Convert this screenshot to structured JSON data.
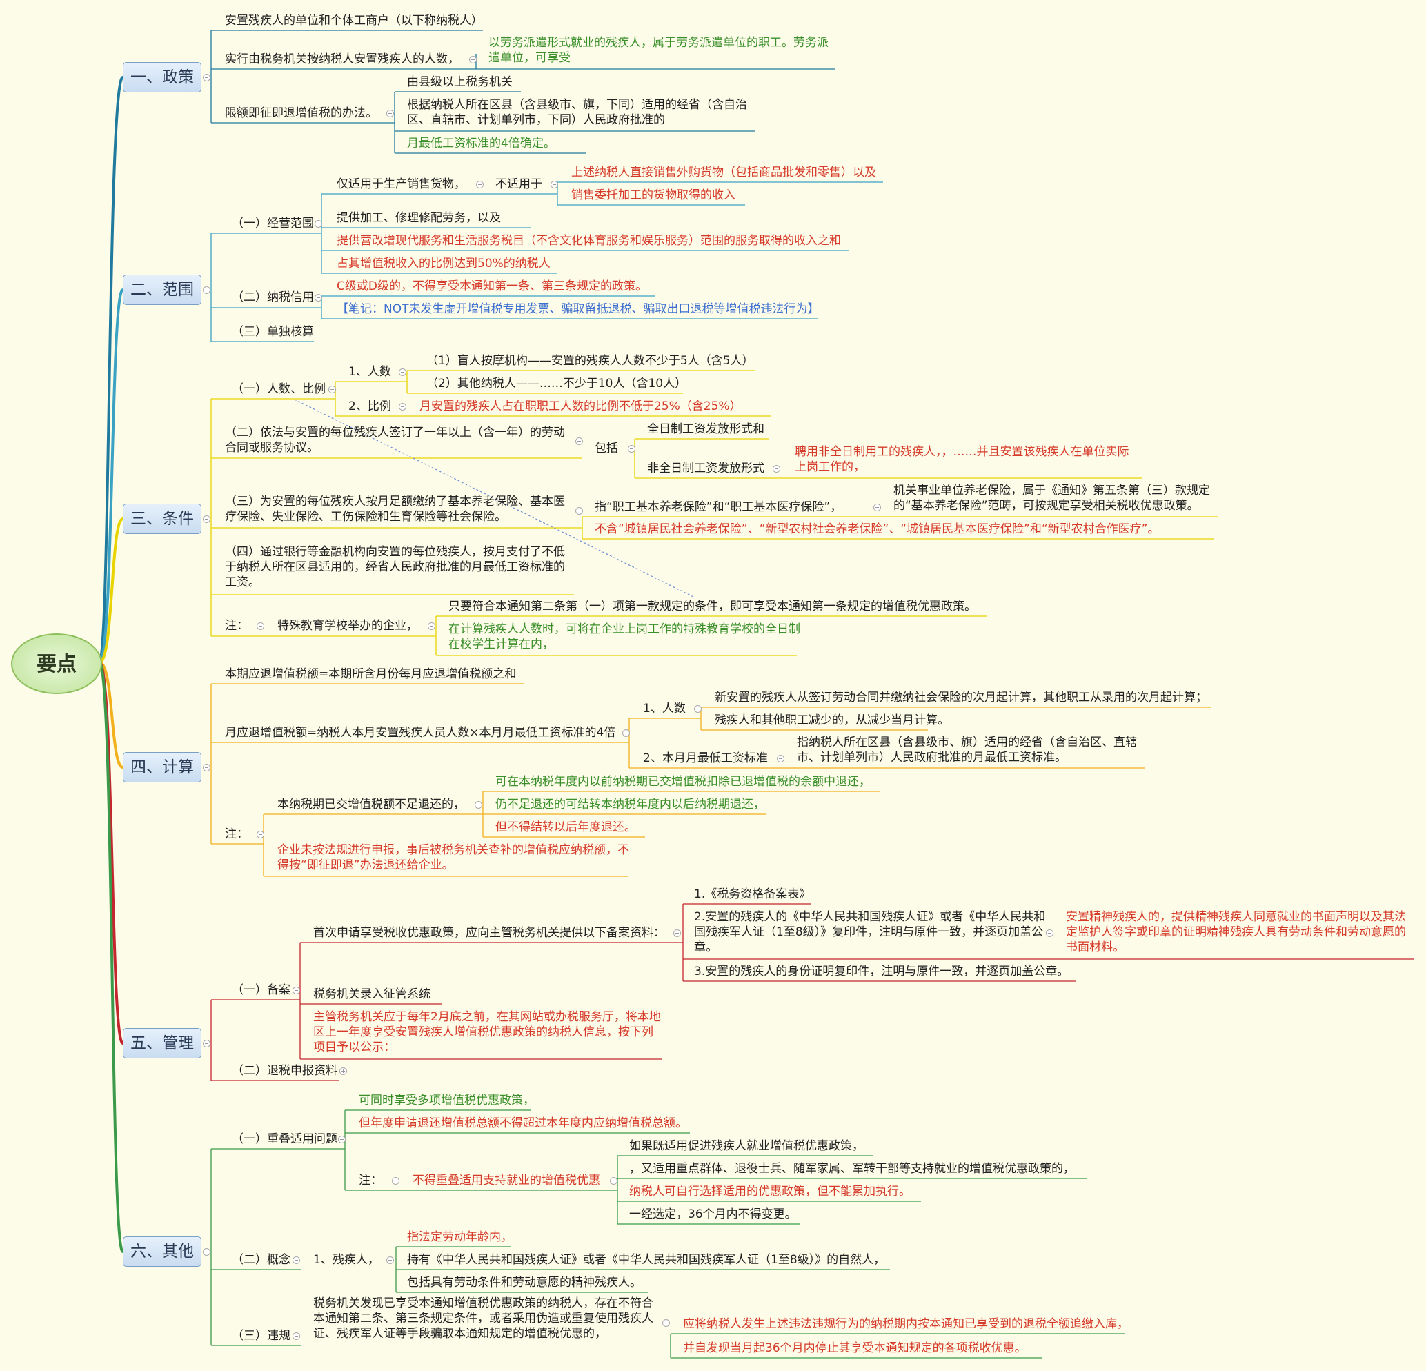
{
  "root": "要点",
  "sections": {
    "policy": {
      "label": "一、政策",
      "n1": "安置残疾人的单位和个体工商户（以下称纳税人）",
      "n2": "实行由税务机关按纳税人安置残疾人的人数，",
      "n2a": "以劳务派遣形式就业的残疾人，属于劳务派遣单位的职工。劳务派遣单位，可享受",
      "n3": "限额即征即退增值税的办法。",
      "n3a": "由县级以上税务机关",
      "n3b": "根据纳税人所在区县（含县级市、旗，下同）适用的经省（含自治区、直辖市、计划单列市，下同）人民政府批准的",
      "n3c": "月最低工资标准的4倍确定。"
    },
    "scope": {
      "label": "二、范围",
      "a": "（一）经营范围",
      "a1": "仅适用于生产销售货物，",
      "a1a": "不适用于",
      "a1a1": "上述纳税人直接销售外购货物（包括商品批发和零售）以及",
      "a1a2": "销售委托加工的货物取得的收入",
      "a2": "提供加工、修理修配劳务，以及",
      "a3": "提供营改增现代服务和生活服务税目（不含文化体育服务和娱乐服务）范围的服务取得的收入之和",
      "a4": "占其增值税收入的比例达到50%的纳税人",
      "b": "（二）纳税信用",
      "b1": "C级或D级的，不得享受本通知第一条、第三条规定的政策。",
      "b2": "【笔记：NOT未发生虚开增值税专用发票、骗取留抵退税、骗取出口退税等增值税违法行为】",
      "c": "（三）单独核算"
    },
    "cond": {
      "label": "三、条件",
      "a": "（一）人数、比例",
      "a1": "1、人数",
      "a1a": "（1）盲人按摩机构——安置的残疾人人数不少于5人（含5人）",
      "a1b": "（2）其他纳税人——……不少于10人（含10人）",
      "a2": "2、比例",
      "a2a": "月安置的残疾人占在职职工人数的比例不低于25%（含25%）",
      "b": "（二）依法与安置的每位残疾人签订了一年以上（含一年）的劳动合同或服务协议。",
      "b1": "包括",
      "b1a": "全日制工资发放形式和",
      "b1b": "非全日制工资发放形式",
      "b1b1": "聘用非全日制用工的残疾人，，……并且安置该残疾人在单位实际上岗工作的，",
      "c": "（三）为安置的每位残疾人按月足额缴纳了基本养老保险、基本医疗保险、失业保险、工伤保险和生育保险等社会保险。",
      "c1": "指“职工基本养老保险”和“职工基本医疗保险”，",
      "c1a": "机关事业单位养老保险，属于《通知》第五条第（三）款规定的“基本养老保险”范畴，可按规定享受相关税收优惠政策。",
      "c2": "不含“城镇居民社会养老保险”、“新型农村社会养老保险”、“城镇居民基本医疗保险”和“新型农村合作医疗”。",
      "d": "（四）通过银行等金融机构向安置的每位残疾人，按月支付了不低于纳税人所在区县适用的，经省人民政府批准的月最低工资标准的工资。",
      "e": "注：",
      "e1": "特殊教育学校举办的企业，",
      "e1a": "只要符合本通知第二条第（一）项第一款规定的条件，即可享受本通知第一条规定的增值税优惠政策。",
      "e1b": "在计算残疾人人数时，可将在企业上岗工作的特殊教育学校的全日制在校学生计算在内，"
    },
    "calc": {
      "label": "四、计算",
      "a": "本期应退增值税额=本期所含月份每月应退增值税额之和",
      "b": "月应退增值税额=纳税人本月安置残疾人员人数×本月月最低工资标准的4倍",
      "b1": "1、人数",
      "b1a": "新安置的残疾人从签订劳动合同并缴纳社会保险的次月起计算，其他职工从录用的次月起计算；",
      "b1b": "残疾人和其他职工减少的，从减少当月计算。",
      "b2": "2、本月月最低工资标准",
      "b2a": "指纳税人所在区县（含县级市、旗）适用的经省（含自治区、直辖市、计划单列市）人民政府批准的月最低工资标准。",
      "c": "注：",
      "c1": "本纳税期已交增值税额不足退还的，",
      "c1a": "可在本纳税年度内以前纳税期已交增值税扣除已退增值税的余额中退还，",
      "c1b": "仍不足退还的可结转本纳税年度内以后纳税期退还，",
      "c1c": "但不得结转以后年度退还。",
      "c2": "企业未按法规进行申报，事后被税务机关查补的增值税应纳税额，不得按“即征即退”办法退还给企业。"
    },
    "mgmt": {
      "label": "五、管理",
      "a": "（一）备案",
      "a1": "首次申请享受税收优惠政策，应向主管税务机关提供以下备案资料：",
      "a1a": "1.《税务资格备案表》",
      "a1b": "2.安置的残疾人的《中华人民共和国残疾人证》或者《中华人民共和国残疾军人证（1至8级）》复印件，注明与原件一致，并逐页加盖公章。",
      "a1b1": "安置精神残疾人的，提供精神残疾人同意就业的书面声明以及其法定监护人签字或印章的证明精神残疾人具有劳动条件和劳动意愿的书面材料。",
      "a1c": "3.安置的残疾人的身份证明复印件，注明与原件一致，并逐页加盖公章。",
      "a2": "税务机关录入征管系统",
      "a3": "主管税务机关应于每年2月底之前，在其网站或办税服务厅，将本地区上一年度享受安置残疾人增值税优惠政策的纳税人信息，按下列项目予以公示：",
      "b": "（二）退税申报资料"
    },
    "other": {
      "label": "六、其他",
      "a": "（一）重叠适用问题",
      "a1": "可同时享受多项增值税优惠政策，",
      "a2": "但年度申请退还增值税总额不得超过本年度内应纳增值税总额。",
      "a3": "注：",
      "a3a": "不得重叠适用支持就业的增值税优惠",
      "a3a1": "如果既适用促进残疾人就业增值税优惠政策，",
      "a3a2": "，又适用重点群体、退役士兵、随军家属、军转干部等支持就业的增值税优惠政策的，",
      "a3a3": "纳税人可自行选择适用的优惠政策，但不能累加执行。",
      "a3a4": "一经选定，36个月内不得变更。",
      "b": "（二）概念",
      "b1": "1、残疾人，",
      "b1a": "指法定劳动年龄内，",
      "b1b": "持有《中华人民共和国残疾人证》或者《中华人民共和国残疾军人证（1至8级）》的自然人，",
      "b1c": "包括具有劳动条件和劳动意愿的精神残疾人。",
      "c": "（三）违规",
      "c1": "税务机关发现已享受本通知增值税优惠政策的纳税人，存在不符合本通知第二条、第三条规定条件，或者采用伪造或重复使用残疾人证、残疾军人证等手段骗取本通知规定的增值税优惠的，",
      "c1a": "应将纳税人发生上述违法违规行为的纳税期内按本通知已享受到的退税全额追缴入库，",
      "c1b": "并自发现当月起36个月内停止其享受本通知规定的各项税收优惠。"
    }
  },
  "colors": {
    "policy": "#1f7a9e",
    "scope": "#3aa3c4",
    "cond": "#e8d400",
    "calc": "#f2b01c",
    "mgmt": "#c4262e",
    "other": "#3a9a4a",
    "green_text": "#3a8f2a",
    "red_text": "#d63a2a",
    "blue_text": "#3b6ecf"
  }
}
